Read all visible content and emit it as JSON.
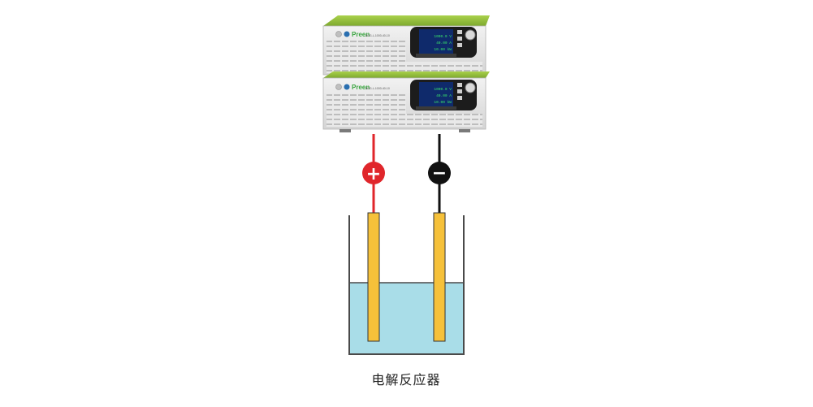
{
  "colors": {
    "positive": "#e0262b",
    "negative": "#111111",
    "electrode": "#f6c13a",
    "electrolyte": "#a9dde8",
    "housing_top": "#8fbe3a",
    "brand_green": "#3aa540",
    "display_text": "#39e46a"
  },
  "units": [
    {
      "brand": "Preen",
      "model": "ADG-L-1000-40-10",
      "display_values": [
        "1000.0 V",
        "40.00 A",
        "10.00 kW"
      ]
    },
    {
      "brand": "Preen",
      "model": "ADG-L-1000-40-10",
      "display_values": [
        "1000.0 V",
        "40.00 A",
        "10.00 kW"
      ]
    }
  ],
  "terminals": {
    "positive_symbol": "+",
    "negative_symbol": "−"
  },
  "caption": "电解反应器"
}
